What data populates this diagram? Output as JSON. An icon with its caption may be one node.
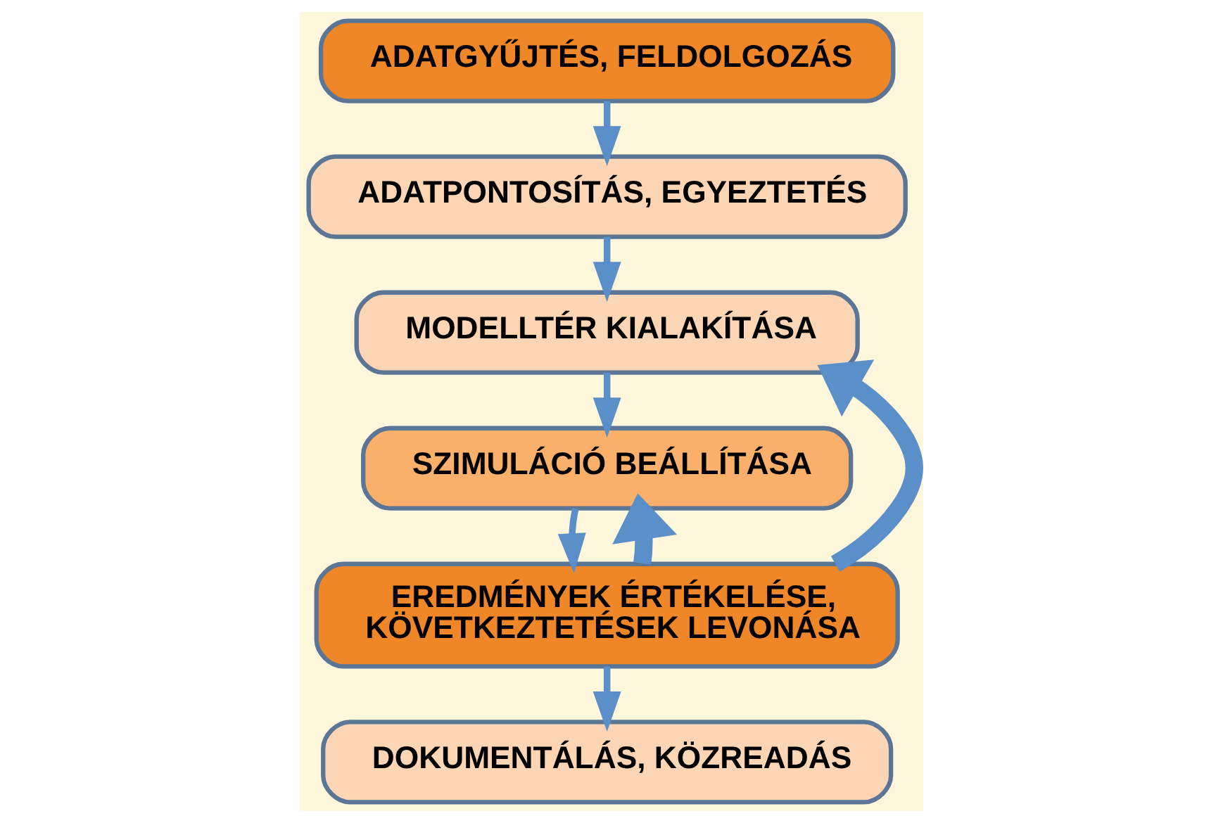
{
  "diagram": {
    "nodes": [
      {
        "text": [
          "ADATGYŰJTÉS, FELDOLGOZÁS"
        ]
      },
      {
        "text": [
          "ADATPONTOSÍTÁS, EGYEZTETÉS"
        ]
      },
      {
        "text": [
          "MODELLTÉR KIALAKÍTÁSA"
        ]
      },
      {
        "text": [
          "SZIMULÁCIÓ BEÁLLÍTÁSA"
        ]
      },
      {
        "text": [
          "EREDMÉNYEK ÉRTÉKELÉSE, KÖVETKEZTETÉSEK LEVONÁSA"
        ]
      },
      {
        "text": [
          "DOKUMENTÁLÁS, KÖZREADÁS"
        ]
      }
    ],
    "edges": [
      {
        "from": 0,
        "to": 1,
        "arrow": "to"
      },
      {
        "from": 1,
        "to": 2,
        "arrow": "to"
      },
      {
        "from": 2,
        "to": 3,
        "arrow": "to"
      },
      {
        "from": 3,
        "to": 4,
        "arrow": "to"
      },
      {
        "from": 4,
        "to": 5,
        "arrow": "to"
      },
      {
        "from": 4,
        "to": 2,
        "arrow": "to",
        "style": "thick"
      },
      {
        "from": 4,
        "to": 3,
        "arrow": "to",
        "style": "thick"
      }
    ]
  }
}
